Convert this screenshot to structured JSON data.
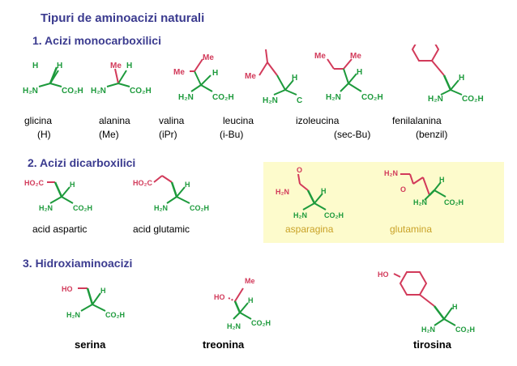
{
  "title": "Tipuri de aminoacizi naturali",
  "sections": {
    "mono": "1. Acizi monocarboxilici",
    "di": "2. Acizi dicarboxilici",
    "hydroxy": "3. Hidroxiaminoacizi"
  },
  "colors": {
    "title": "#3b3b8f",
    "green": "#1d9a3c",
    "red": "#d23a5a",
    "highlight": "#fdfbcc",
    "highlight_text": "#c9a227"
  },
  "mono": [
    {
      "name": "glicina",
      "group": "(H)"
    },
    {
      "name": "alanina",
      "group": "(Me)"
    },
    {
      "name": "valina",
      "group": "(iPr)"
    },
    {
      "name": "leucina",
      "group": "(i-Bu)"
    },
    {
      "name": "izoleucina",
      "group": "(sec-Bu)"
    },
    {
      "name": "fenilalanina",
      "group": "(benzil)"
    }
  ],
  "di": [
    {
      "name": "acid aspartic"
    },
    {
      "name": "acid glutamic"
    },
    {
      "name": "asparagina"
    },
    {
      "name": "glutamina"
    }
  ],
  "hydroxy": [
    {
      "name": "serina"
    },
    {
      "name": "treonina"
    },
    {
      "name": "tirosina"
    }
  ],
  "chem": {
    "h": "H",
    "nh2": "H₂N",
    "co2h": "CO₂H",
    "me": "Me",
    "ho2c": "HO₂C",
    "o": "O",
    "ho": "HO"
  }
}
